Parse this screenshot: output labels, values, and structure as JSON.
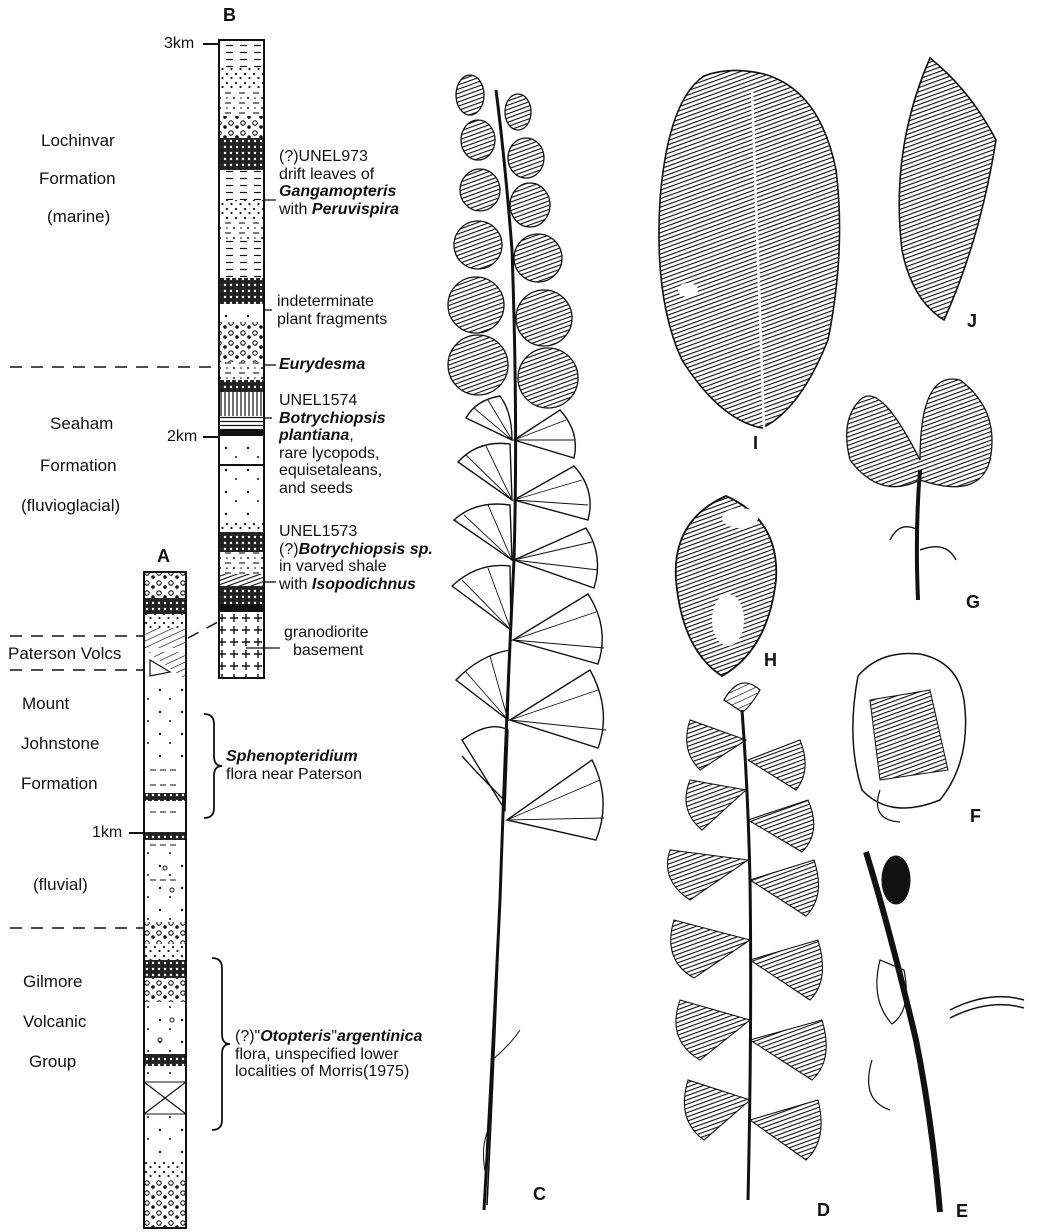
{
  "columns": {
    "A": {
      "label": "A"
    },
    "B": {
      "label": "B",
      "ticks": {
        "k3": "3km",
        "k2": "2km"
      }
    },
    "A_ticks": {
      "k1": "1km"
    }
  },
  "formations": {
    "lochinvar": [
      "Lochinvar",
      "Formation",
      "(marine)"
    ],
    "seaham": [
      "Seaham",
      "Formation",
      "(fluvioglacial)"
    ],
    "paterson": "Paterson Volcs",
    "mount_johnstone": [
      "Mount",
      "Johnstone",
      "Formation"
    ],
    "fluvial": "(fluvial)",
    "gilmore": [
      "Gilmore",
      "Volcanic",
      "Group"
    ]
  },
  "annotations": {
    "unel973": {
      "l1": "(?)UNEL973",
      "l2": "drift leaves of",
      "l3": "Gangamopteris",
      "l4a": "with ",
      "l4b": "Peruvispira"
    },
    "indeterminate": {
      "l1": "indeterminate",
      "l2": "plant fragments"
    },
    "eurydesma": "Eurydesma",
    "unel1574": {
      "l1": "UNEL1574",
      "l2": "Botrychiopsis",
      "l3": "plantiana",
      "l3b": ",",
      "l4": "rare lycopods,",
      "l5": "equisetaleans,",
      "l6": "and seeds"
    },
    "unel1573": {
      "l1": "UNEL1573",
      "l2a": "(?)",
      "l2b": "Botrychiopsis sp.",
      "l3": "in varved shale",
      "l4a": "with ",
      "l4b": "Isopodichnus"
    },
    "granodiorite": {
      "l1": "granodiorite",
      "l2": "basement"
    },
    "sphenopteridium": {
      "l1": "Sphenopteridium",
      "l2": "flora near Paterson"
    },
    "otopteris": {
      "l1a": "(?)\"",
      "l1b": "Otopteris",
      "l1c": "\"",
      "l1d": "argentinica",
      "l2": "flora, unspecified lower",
      "l3": "localities of Morris(1975)"
    }
  },
  "plates": [
    "C",
    "D",
    "E",
    "F",
    "G",
    "H",
    "I",
    "J"
  ]
}
